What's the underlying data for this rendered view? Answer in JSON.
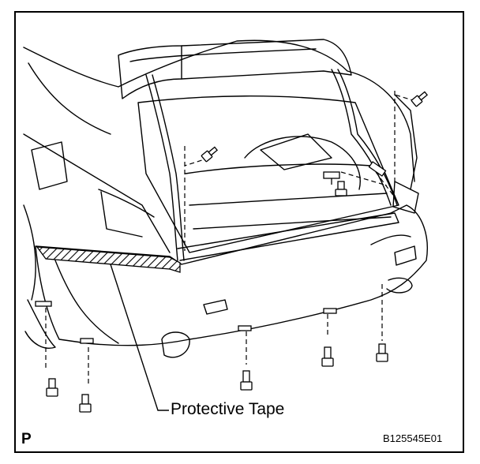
{
  "labels": {
    "protective_tape": "Protective Tape",
    "corner_mark": "P",
    "figure_code": "B125545E01"
  },
  "icons": {
    "screw": "hex-flange-screw-icon",
    "clip": "push-clip-icon",
    "tape_fill": "hatched-tape"
  },
  "colors": {
    "line": "#000000",
    "background": "#ffffff"
  }
}
